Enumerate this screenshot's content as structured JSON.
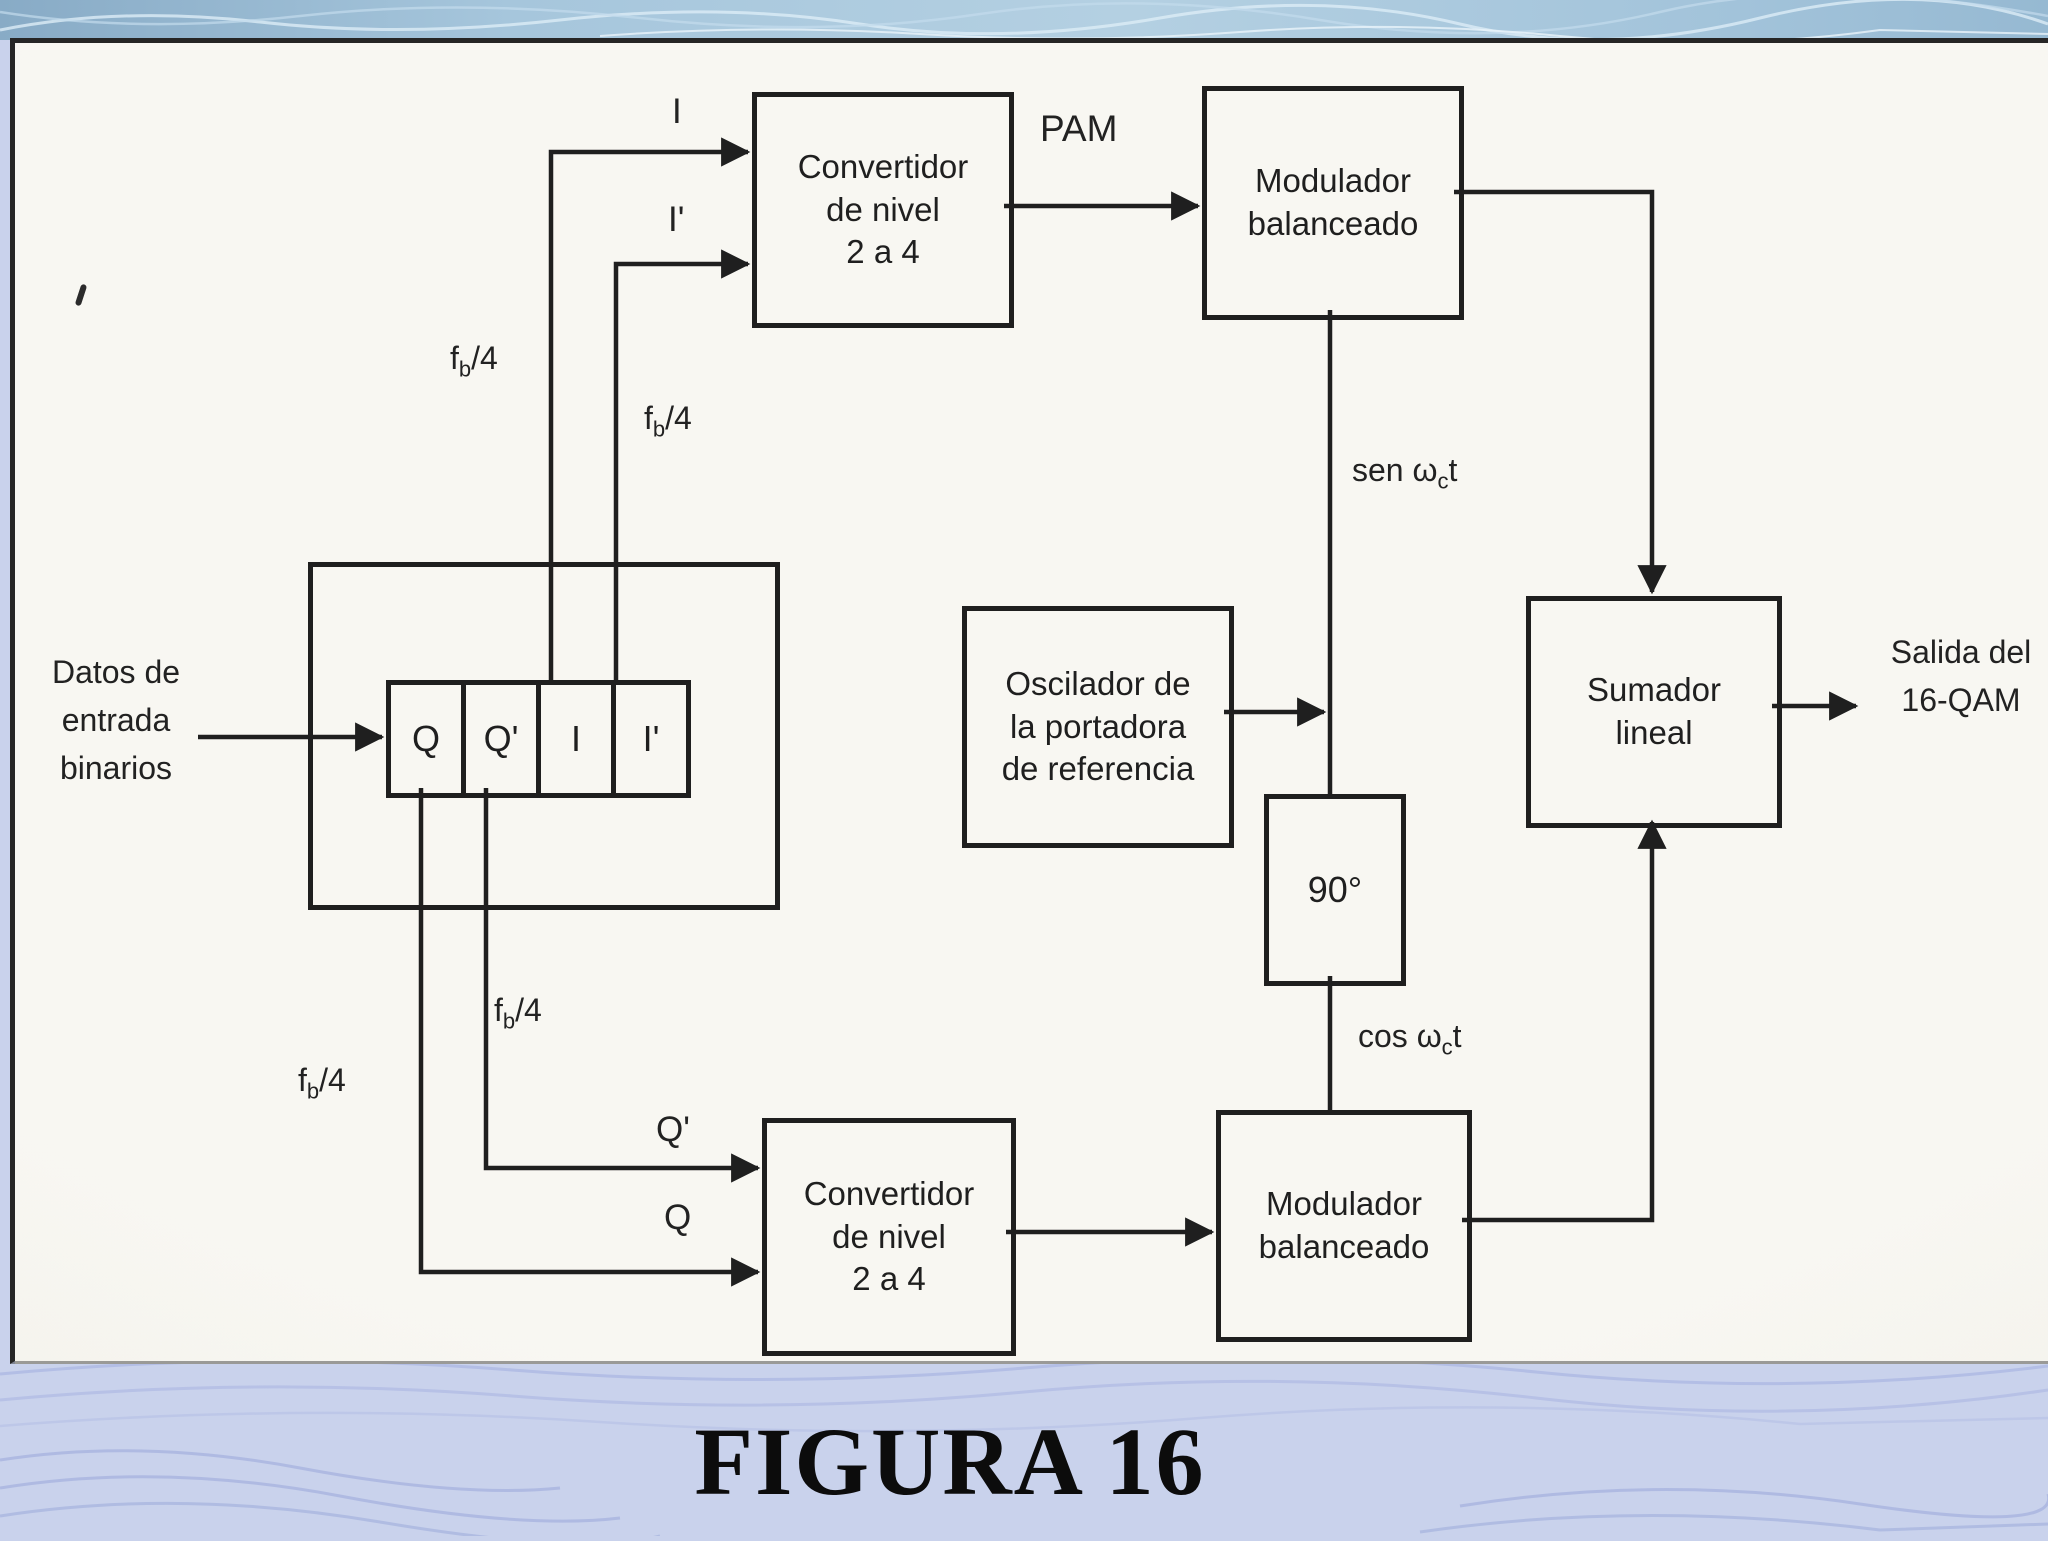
{
  "caption": "FIGURA 16",
  "colors": {
    "ink": "#1f1f1f",
    "panel_bg": "#f6f5ef",
    "band_top": "#a6c6dc",
    "band_bottom": "#c9d2ec"
  },
  "diagram": {
    "input_label": {
      "lines": [
        "Datos de",
        "entrada",
        "binarios"
      ]
    },
    "register_cells": [
      "Q",
      "Q'",
      "I",
      "I'"
    ],
    "converter_top": {
      "lines": [
        "Convertidor",
        "de nivel",
        "2 a 4"
      ]
    },
    "modulator_top": {
      "lines": [
        "Modulador",
        "balanceado"
      ]
    },
    "oscillator": {
      "lines": [
        "Oscilador de",
        "la portadora",
        "de referencia"
      ]
    },
    "phase_shifter": {
      "label": "90°"
    },
    "converter_bottom": {
      "lines": [
        "Convertidor",
        "de nivel",
        "2 a 4"
      ]
    },
    "modulator_bottom": {
      "lines": [
        "Modulador",
        "balanceado"
      ]
    },
    "adder": {
      "lines": [
        "Sumador",
        "lineal"
      ]
    },
    "output_label": {
      "lines": [
        "Salida del",
        "16-QAM"
      ]
    },
    "signals": {
      "pam": "PAM",
      "i": "I",
      "i_prime": "I'",
      "q_prime": "Q'",
      "q": "Q",
      "fb": {
        "pre": "f",
        "sub": "b",
        "post": "/4"
      },
      "sen": {
        "pre": "sen ω",
        "sub": "c",
        "post": "t"
      },
      "cos": {
        "pre": "cos ω",
        "sub": "c",
        "post": "t"
      }
    }
  }
}
